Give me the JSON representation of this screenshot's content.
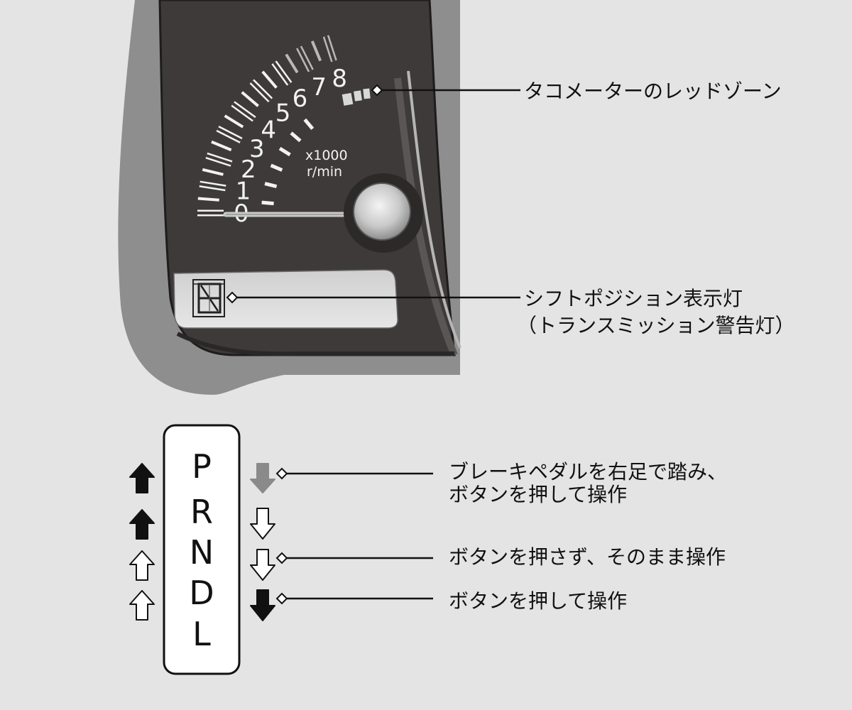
{
  "tachometer": {
    "scale": [
      "0",
      "1",
      "2",
      "3",
      "4",
      "5",
      "6",
      "7",
      "8"
    ],
    "unit_line1": "x1000",
    "unit_line2": "r/min"
  },
  "callouts": {
    "red_zone": "タコメーターのレッドゾーン",
    "shift_indicator_line1": "シフトポジション表示灯",
    "shift_indicator_line2": "（トランスミッション警告灯）",
    "brake_button_line1": "ブレーキペダルを右足で踏み、",
    "brake_button_line2": "ボタンを押して操作",
    "no_button": "ボタンを押さず、そのまま操作",
    "button_only": "ボタンを押して操作"
  },
  "shift_gate": {
    "positions": [
      "P",
      "R",
      "N",
      "D",
      "L"
    ]
  },
  "colors": {
    "background": "#e3e4e3",
    "panel": "#3f3b3b",
    "bezel": "#8a8a8a",
    "arrow_dark": "#111111",
    "arrow_gray": "#8a8a8a"
  }
}
